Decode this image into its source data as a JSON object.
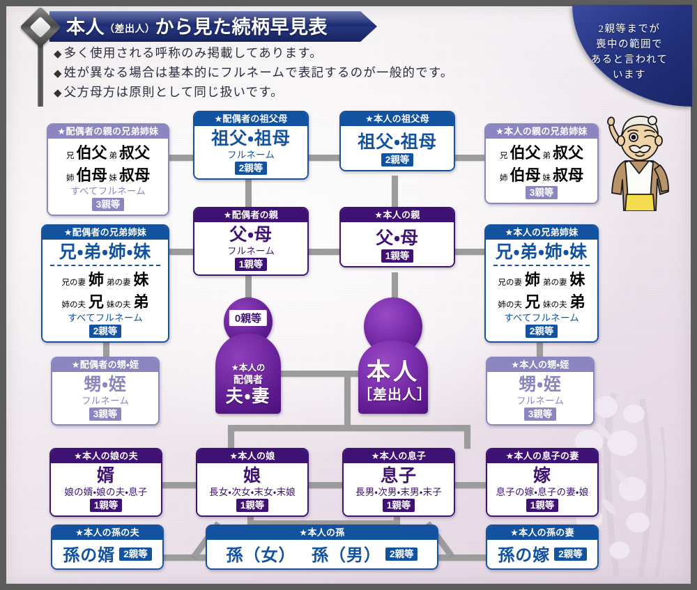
{
  "header": {
    "title_main": "本人",
    "title_paren": "（差出人）",
    "title_rest": "から見た続柄早見表",
    "full_title": "本人（差出人）から見た続柄早見表",
    "notes": [
      "多く使用される呼称のみ掲載してあります。",
      "姓が異なる場合は基本的にフルネームで表記するのが一般的です。",
      "父方母方は原則として同じ扱いです。"
    ],
    "bullet_glyph": "◆"
  },
  "badge": {
    "lines": [
      "2親等までが",
      "喪中の範囲で",
      "あると言われて",
      "います"
    ],
    "text": "2親等までが喪中の範囲であると言われています",
    "color": "#24337f"
  },
  "colors": {
    "blue": "#12529e",
    "purple": "#3d1273",
    "lavender": "#8b86bf",
    "connector": "#9c9c9c",
    "banner": "#1f2e74"
  },
  "nodes": {
    "spouse_grandparents": {
      "header": "★配偶者の祖父母",
      "main": "祖父・祖母",
      "sub": "フルネーム",
      "degree": "2親等",
      "degree_num": "2",
      "degree_unit": "親等",
      "theme": "blue"
    },
    "own_grandparents": {
      "header": "★本人の祖父母",
      "main": "祖父・祖母",
      "sub": "",
      "degree": "2親等",
      "degree_num": "2",
      "degree_unit": "親等",
      "theme": "blue"
    },
    "spouse_parent_siblings": {
      "header": "★配偶者の親の兄弟姉妹",
      "rows": [
        [
          {
            "label": "兄",
            "value": "伯父"
          },
          {
            "label": "弟",
            "value": "叔父"
          }
        ],
        [
          {
            "label": "姉",
            "value": "伯母"
          },
          {
            "label": "妹",
            "value": "叔母"
          }
        ]
      ],
      "sub": "すべてフルネーム",
      "degree": "3親等",
      "degree_num": "3",
      "degree_unit": "親等",
      "theme": "lavender"
    },
    "own_parent_siblings": {
      "header": "★本人の親の兄弟姉妹",
      "rows": [
        [
          {
            "label": "兄",
            "value": "伯父"
          },
          {
            "label": "弟",
            "value": "叔父"
          }
        ],
        [
          {
            "label": "姉",
            "value": "伯母"
          },
          {
            "label": "妹",
            "value": "叔母"
          }
        ]
      ],
      "sub": "",
      "degree": "3親等",
      "degree_num": "3",
      "degree_unit": "親等",
      "theme": "lavender"
    },
    "spouse_parents": {
      "header": "★配偶者の親",
      "main": "父・母",
      "sub": "フルネーム",
      "degree": "1親等",
      "degree_num": "1",
      "degree_unit": "親等",
      "theme": "purple"
    },
    "own_parents": {
      "header": "★本人の親",
      "main": "父・母",
      "sub": "",
      "degree": "1親等",
      "degree_num": "1",
      "degree_unit": "親等",
      "theme": "purple"
    },
    "spouse_siblings": {
      "header": "★配偶者の兄弟姉妹",
      "main": "兄・弟・姉・妹",
      "rows": [
        [
          {
            "label": "兄の妻",
            "value": "姉"
          },
          {
            "label": "弟の妻",
            "value": "妹"
          }
        ],
        [
          {
            "label": "姉の夫",
            "value": "兄"
          },
          {
            "label": "妹の夫",
            "value": "弟"
          }
        ]
      ],
      "sub": "すべてフルネーム",
      "degree": "2親等",
      "degree_num": "2",
      "degree_unit": "親等",
      "theme": "blue"
    },
    "own_siblings": {
      "header": "★本人の兄弟姉妹",
      "main": "兄・弟・姉・妹",
      "rows": [
        [
          {
            "label": "兄の妻",
            "value": "姉"
          },
          {
            "label": "弟の妻",
            "value": "妹"
          }
        ],
        [
          {
            "label": "姉の夫",
            "value": "兄"
          },
          {
            "label": "妹の夫",
            "value": "弟"
          }
        ]
      ],
      "sub": "すべてフルネーム",
      "degree": "2親等",
      "degree_num": "2",
      "degree_unit": "親等",
      "theme": "blue"
    },
    "spouse_nephews": {
      "header": "★配偶者の甥・姪",
      "main": "甥・姪",
      "sub": "フルネーム",
      "degree": "3親等",
      "degree_num": "3",
      "degree_unit": "親等",
      "theme": "lavender"
    },
    "own_nephews": {
      "header": "★本人の甥・姪",
      "main": "甥・姪",
      "sub": "フルネーム",
      "degree": "3親等",
      "degree_num": "3",
      "degree_unit": "親等",
      "theme": "lavender"
    },
    "spouse": {
      "header": "★本人の",
      "header2": "配偶者",
      "main": "夫・妻",
      "degree": "0親等",
      "degree_num": "0",
      "degree_unit": "親等"
    },
    "self": {
      "main": "本人",
      "sub": "［差出人］"
    },
    "daughter_husband": {
      "header": "★本人の娘の夫",
      "main": "婿",
      "sub": "娘の婿・娘の夫・息子",
      "degree": "1親等",
      "degree_num": "1",
      "degree_unit": "親等",
      "theme": "purple"
    },
    "daughter": {
      "header": "★本人の娘",
      "main": "娘",
      "sub": "長女・次女・末女・末娘",
      "degree": "1親等",
      "degree_num": "1",
      "degree_unit": "親等",
      "theme": "purple"
    },
    "son": {
      "header": "★本人の息子",
      "main": "息子",
      "sub": "長男・次男・末男・末子",
      "degree": "1親等",
      "degree_num": "1",
      "degree_unit": "親等",
      "theme": "purple"
    },
    "son_wife": {
      "header": "★本人の息子の妻",
      "main": "嫁",
      "sub": "息子の嫁・息子の妻・娘",
      "degree": "1親等",
      "degree_num": "1",
      "degree_unit": "親等",
      "theme": "purple"
    },
    "grandchild_husband": {
      "header": "★本人の孫の夫",
      "main": "孫の婿",
      "degree": "2親等",
      "degree_num": "2",
      "degree_unit": "親等",
      "theme": "blue"
    },
    "grandchildren": {
      "header": "★本人の孫",
      "main": "孫（女）　孫（男）",
      "main_f": "孫（女）",
      "main_m": "孫（男）",
      "degree": "2親等",
      "degree_num": "2",
      "degree_unit": "親等",
      "theme": "blue"
    },
    "grandchild_wife": {
      "header": "★本人の孫の妻",
      "main": "孫の嫁",
      "degree": "2親等",
      "degree_num": "2",
      "degree_unit": "親等",
      "theme": "blue"
    }
  },
  "decor": {
    "mascot": "elderly-man-pointing",
    "flowers": "lily-of-the-valley-watermark"
  }
}
